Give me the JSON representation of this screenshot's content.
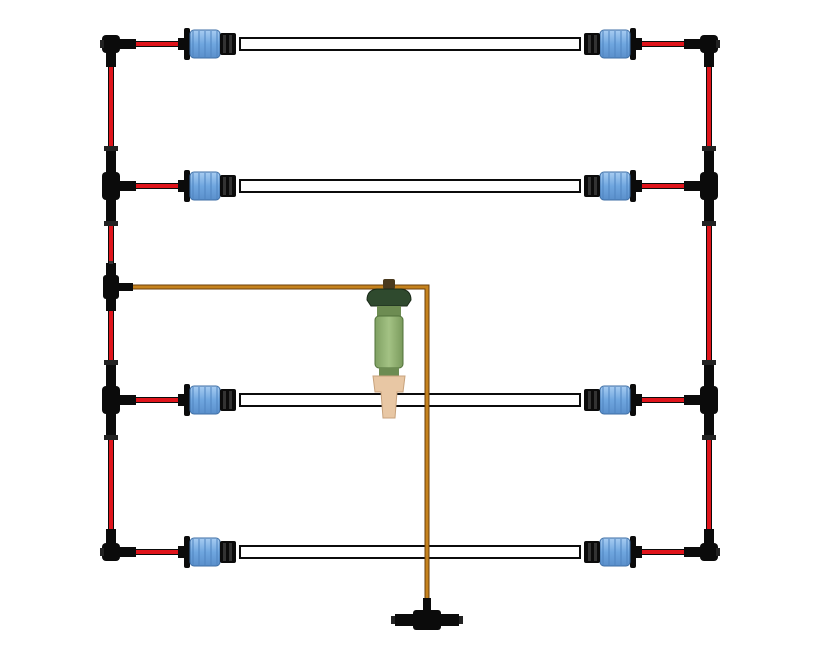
{
  "diagram": {
    "description_labels": [],
    "colors": {
      "background": "#ffffff",
      "red_tube": "#e0141b",
      "brown_tube": "#c5821d",
      "fitting_black": "#0b0b0b",
      "connector_blue": "#6fa6df",
      "connector_blue_light": "#a9cdf2",
      "clear_tube_fill": "#ffffff",
      "filter_green": "#8fb170",
      "filter_cap": "#2f4a2e",
      "filter_base": "#e8c7a4"
    },
    "icons": {
      "elbow": "elbow-fitting-icon",
      "tee": "tee-fitting-icon",
      "connector": "quick-connector-icon",
      "filter": "inline-filter-icon",
      "outlet_tee": "outlet-tee-icon"
    },
    "rungs": [
      {
        "id": "top",
        "left_fitting": "elbow",
        "right_fitting": "elbow"
      },
      {
        "id": "upper",
        "left_fitting": "tee",
        "right_fitting": "tee"
      },
      {
        "id": "lower",
        "left_fitting": "tee",
        "right_fitting": "tee"
      },
      {
        "id": "bottom",
        "left_fitting": "elbow",
        "right_fitting": "elbow"
      }
    ],
    "side_port": {
      "fitting": "tee",
      "side": "left"
    },
    "filter": {
      "present": true
    },
    "outlet": {
      "fitting": "tee"
    }
  }
}
